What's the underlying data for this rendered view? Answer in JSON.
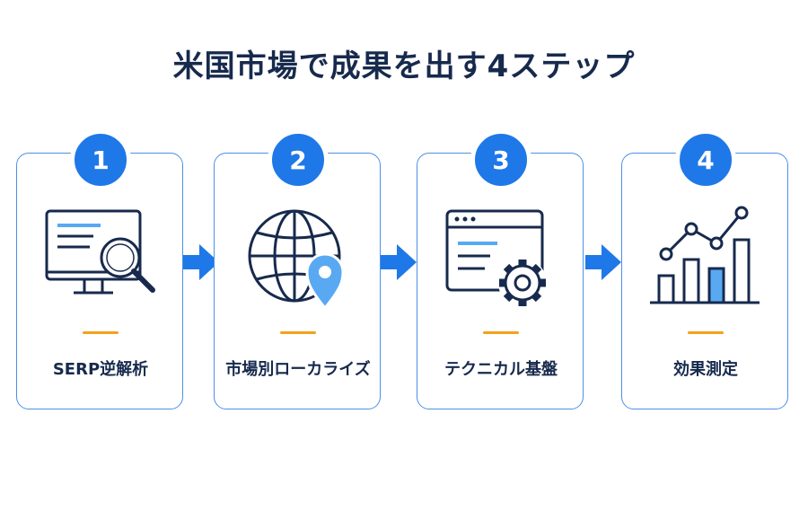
{
  "title": "米国市場で成果を出す4ステップ",
  "colors": {
    "primary": "#1f78e8",
    "navy": "#172a4d",
    "accent": "#f2a21b",
    "light_blue": "#58a9f2",
    "card_border": "#4d8fe6"
  },
  "steps": [
    {
      "number": "1",
      "label": "SERP逆解析",
      "icon": "monitor-magnifier-icon"
    },
    {
      "number": "2",
      "label": "市場別ローカライズ",
      "icon": "globe-location-pin-icon"
    },
    {
      "number": "3",
      "label": "テクニカル基盤",
      "icon": "browser-gear-icon"
    },
    {
      "number": "4",
      "label": "効果測定",
      "icon": "bar-line-chart-icon"
    }
  ]
}
